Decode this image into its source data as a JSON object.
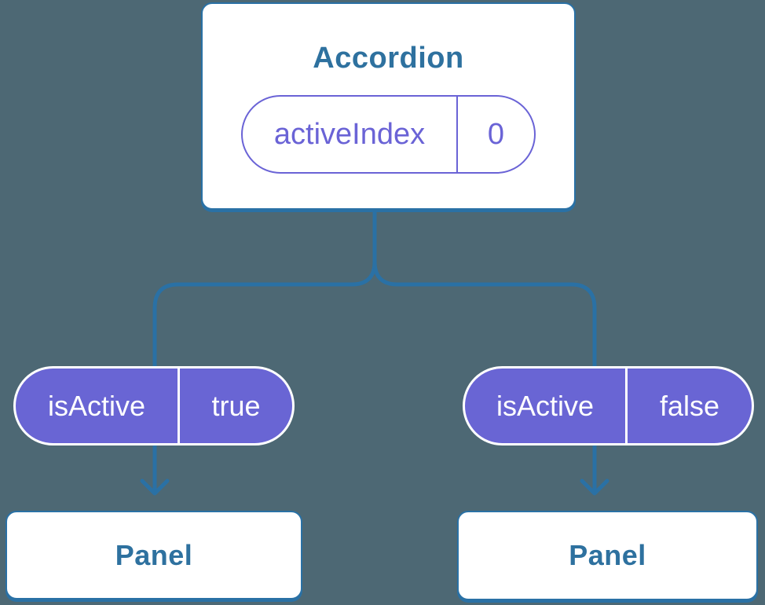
{
  "colors": {
    "background": "#4d6874",
    "line-blue": "#2a71a5",
    "text-blue": "#2e719f",
    "purple-fill": "#6965d4",
    "purple-outline": "#6a63d6",
    "white": "#ffffff"
  },
  "diagram": {
    "root": {
      "title": "Accordion",
      "state_pill": {
        "label": "activeIndex",
        "value": "0"
      }
    },
    "branches": [
      {
        "prop_pill": {
          "label": "isActive",
          "value": "true"
        },
        "child": {
          "title": "Panel"
        }
      },
      {
        "prop_pill": {
          "label": "isActive",
          "value": "false"
        },
        "child": {
          "title": "Panel"
        }
      }
    ]
  }
}
